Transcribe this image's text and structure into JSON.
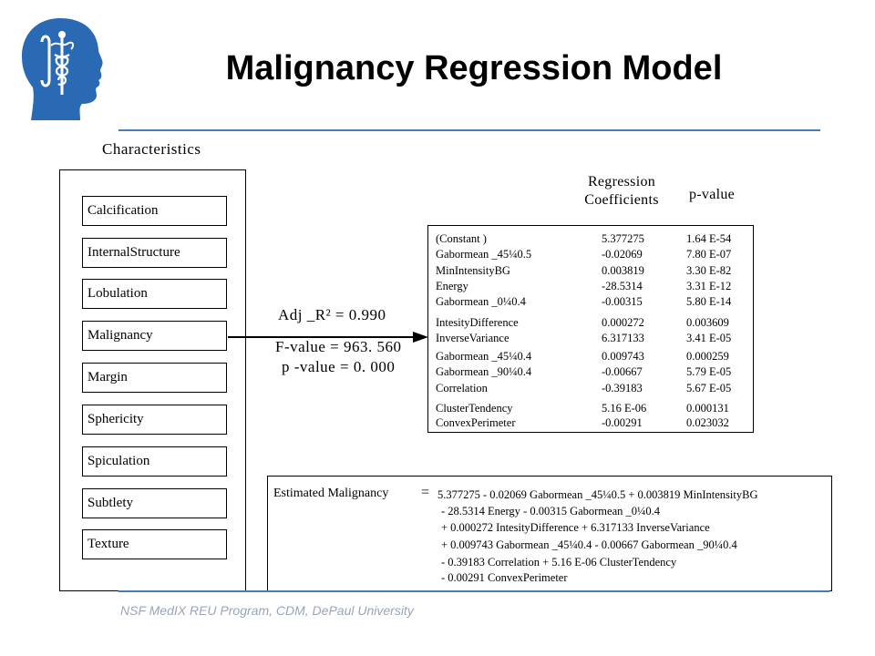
{
  "title": "Malignancy Regression Model",
  "footer": "NSF MedIX REU Program, CDM, DePaul University",
  "colors": {
    "logo_blue": "#2a6ab5",
    "rule_blue": "#4a7ab8",
    "footer_gray": "#9aa4b8"
  },
  "logo": {
    "icon": "slicer-head-caduceus-logo"
  },
  "characteristics": {
    "heading": "Characteristics",
    "items": [
      "Calcification",
      "InternalStructure",
      "Lobulation",
      "Malignancy",
      "Margin",
      "Sphericity",
      "Spiculation",
      "Subtlety",
      "Texture"
    ]
  },
  "stats": {
    "adj_r2": "Adj _R² = 0.990",
    "f_value": "F-value = 963. 560",
    "p_value": "p -value = 0. 000"
  },
  "coefficients": {
    "header_coef": "Regression Coefficients",
    "header_p": "p-value",
    "rows": [
      {
        "name": "(Constant )",
        "coef": "5.377275",
        "p": "1.64 E-54"
      },
      {
        "name": "Gabormean _45¼0.5",
        "coef": "-0.02069",
        "p": "7.80 E-07"
      },
      {
        "name": "MinIntensityBG",
        "coef": "0.003819",
        "p": "3.30 E-82"
      },
      {
        "name": "Energy",
        "coef": "-28.5314",
        "p": "3.31 E-12"
      },
      {
        "name": "Gabormean _0¼0.4",
        "coef": "-0.00315",
        "p": "5.80 E-14"
      },
      {
        "name": "IntesityDifference",
        "coef": "0.000272",
        "p": "0.003609"
      },
      {
        "name": "InverseVariance",
        "coef": "6.317133",
        "p": "3.41 E-05"
      },
      {
        "name": "Gabormean _45¼0.4",
        "coef": "0.009743",
        "p": "0.000259"
      },
      {
        "name": "Gabormean _90¼0.4",
        "coef": "-0.00667",
        "p": "5.79 E-05"
      },
      {
        "name": "Correlation",
        "coef": "-0.39183",
        "p": "5.67 E-05"
      },
      {
        "name": "ClusterTendency",
        "coef": "5.16 E-06",
        "p": "0.000131"
      },
      {
        "name": "ConvexPerimeter",
        "coef": "-0.00291",
        "p": "0.023032"
      }
    ]
  },
  "equation": {
    "label": "Estimated Malignancy",
    "equals": "=",
    "lines": [
      "5.377275  - 0.02069  Gabormean _45¼0.5 + 0.003819  MinIntensityBG",
      "- 28.5314  Energy  - 0.00315  Gabormean _0¼0.4",
      "+ 0.000272  IntesityDifference  + 6.317133  InverseVariance",
      "+ 0.009743  Gabormean _45¼0.4 - 0.00667  Gabormean _90¼0.4",
      "- 0.39183  Correlation  + 5.16 E-06 ClusterTendency",
      "- 0.00291  ConvexPerimeter"
    ]
  }
}
